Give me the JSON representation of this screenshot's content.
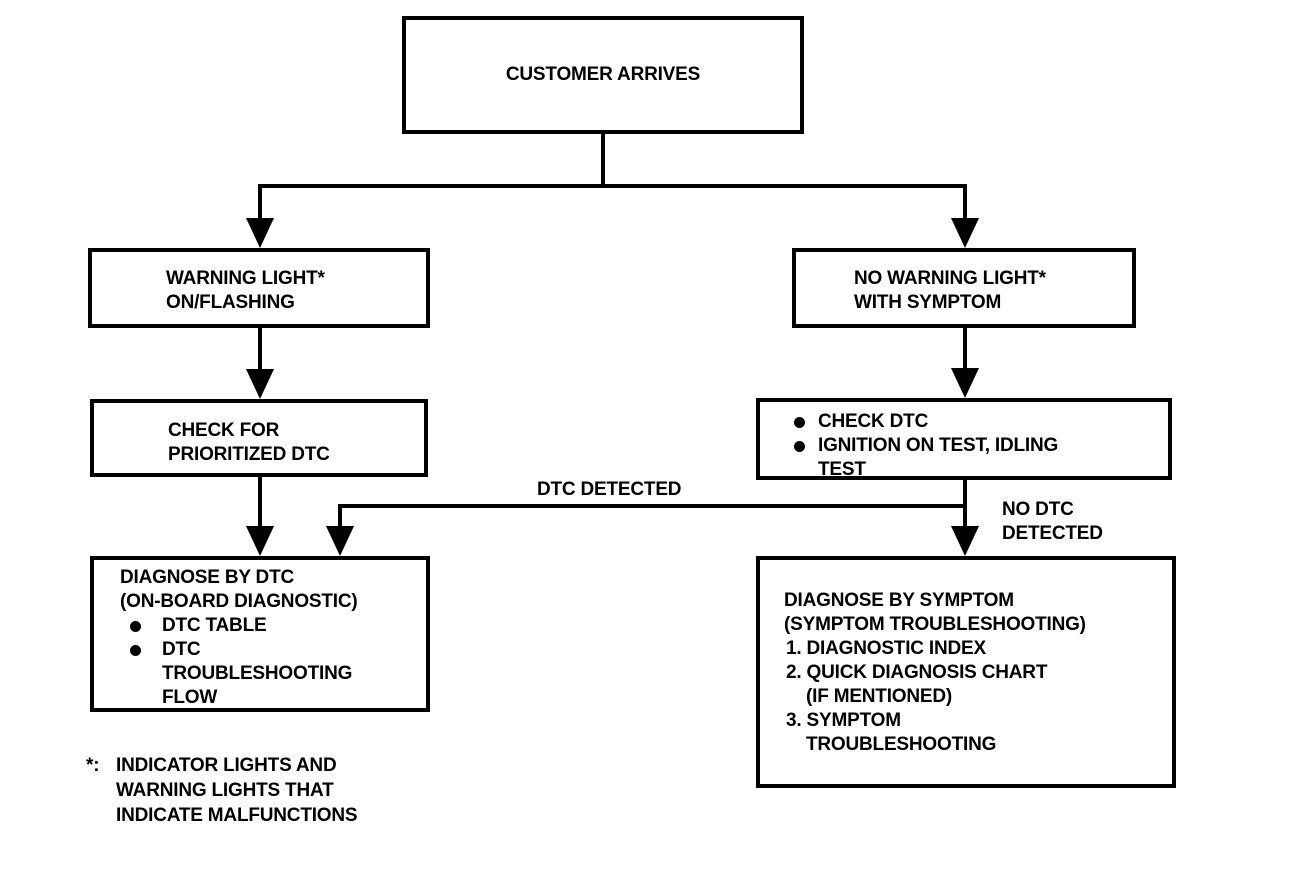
{
  "customer_box": {
    "text": "CUSTOMER ARRIVES"
  },
  "warning_box": {
    "lines": [
      "WARNING LIGHT*",
      "ON/FLASHING"
    ]
  },
  "no_warning_box": {
    "lines": [
      "NO WARNING LIGHT*",
      "WITH SYMPTOM"
    ]
  },
  "check_prioritized_box": {
    "lines": [
      "CHECK FOR",
      "PRIORITIZED DTC"
    ]
  },
  "check_dtc_box": {
    "bullets": [
      "CHECK DTC",
      "IGNITION ON TEST, IDLING"
    ],
    "continuation": "TEST"
  },
  "diagnose_dtc_box": {
    "lines": [
      "DIAGNOSE BY DTC",
      "(ON-BOARD DIAGNOSTIC)"
    ],
    "bullets": [
      "DTC TABLE",
      "DTC"
    ],
    "continuation": [
      "TROUBLESHOOTING",
      "FLOW"
    ]
  },
  "diagnose_symptom_box": {
    "lines": [
      "DIAGNOSE BY SYMPTOM",
      "(SYMPTOM TROUBLESHOOTING)"
    ],
    "items": [
      "1. DIAGNOSTIC INDEX",
      "2. QUICK DIAGNOSIS CHART",
      "(IF MENTIONED)",
      "3. SYMPTOM",
      "TROUBLESHOOTING"
    ]
  },
  "edge_labels": {
    "dtc_detected": "DTC DETECTED",
    "no_dtc_detected": [
      "NO DTC",
      "DETECTED"
    ]
  },
  "footnote": {
    "marker": "*:",
    "lines": [
      "INDICATOR LIGHTS AND",
      "WARNING LIGHTS THAT",
      "INDICATE MALFUNCTIONS"
    ]
  }
}
